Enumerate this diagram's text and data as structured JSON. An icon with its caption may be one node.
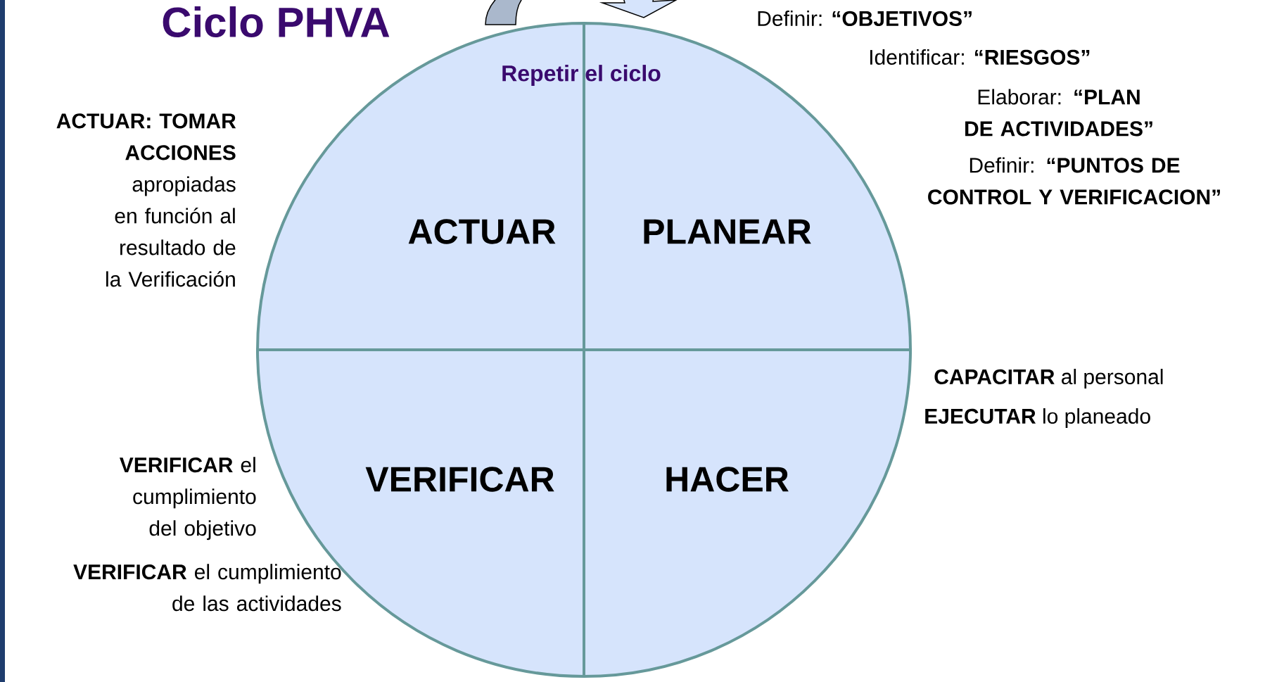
{
  "diagram": {
    "title": "Ciclo PHVA",
    "nodes": [
      {
        "text": [
          "ACTUAR"
        ]
      },
      {
        "text": [
          "PLANEAR"
        ]
      },
      {
        "text": [
          "VERIFICAR"
        ]
      },
      {
        "text": [
          "HACER"
        ]
      }
    ],
    "labels": [
      "Repetir el ciclo",
      "Definir: **“OBJETIVOS”**",
      "Identificar: **“RIESGOS”**",
      "Elaborar: **“PLAN DE ACTIVIDADES”**",
      "Definir: **“PUNTOS DE CONTROL Y VERIFICACION”**",
      "**CAPACITAR** al personal",
      "**EJECUTAR** lo planeado",
      "**ACTUAR: TOMAR ACCIONES** apropiadas en función al resultado de la Verificación",
      "**VERIFICAR** el cumplimiento del objetivo",
      "**VERIFICAR** el cumplimiento de las actividades"
    ]
  }
}
